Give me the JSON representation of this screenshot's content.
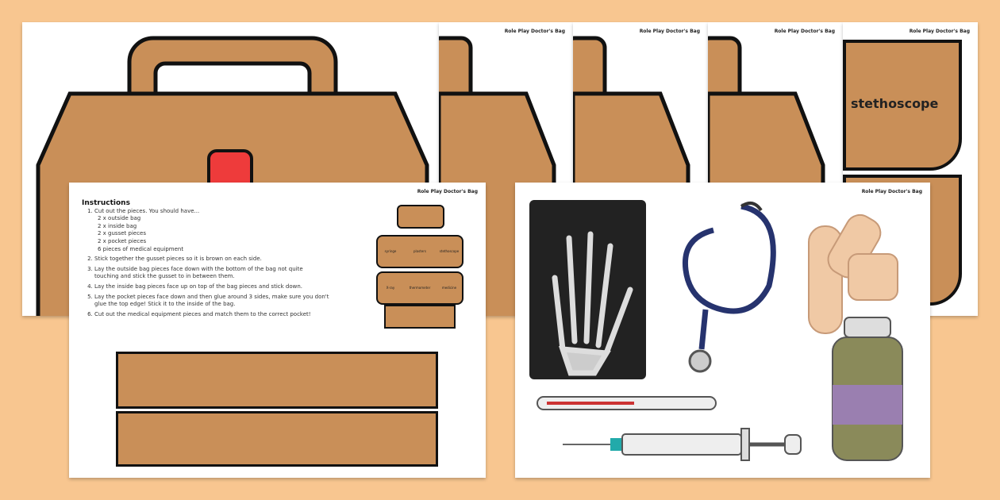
{
  "header": "Role Play Doctor's Bag",
  "pocket_label": "stethoscope",
  "instructions": {
    "title": "Instructions",
    "steps": [
      "Cut out the pieces. You should have...",
      "Stick together the gusset pieces so it is brown on each side.",
      "Lay the outside bag pieces face down with the bottom of the bag not quite touching and stick the gusset to in between them.",
      "Lay the inside bag pieces face up on top of the bag pieces and stick down.",
      "Lay the pocket pieces face down and then glue around 3 sides, make sure you don't glue the top edge! Stick it to the inside of the bag.",
      "Cut out the medical equipment pieces and match them to the correct pocket!"
    ],
    "pieces": [
      "2 x outside bag",
      "2 x inside bag",
      "2 x gusset pieces",
      "2 x pocket pieces",
      "6 pieces of medical equipment"
    ]
  },
  "preview_pockets": [
    "syringe",
    "plasters",
    "stethoscope",
    "X-ray",
    "thermometer",
    "medicine"
  ],
  "colors": {
    "background": "#f8c690",
    "bag": "#c98f58",
    "clasp": "#ee3b3b",
    "outline": "#111111"
  }
}
